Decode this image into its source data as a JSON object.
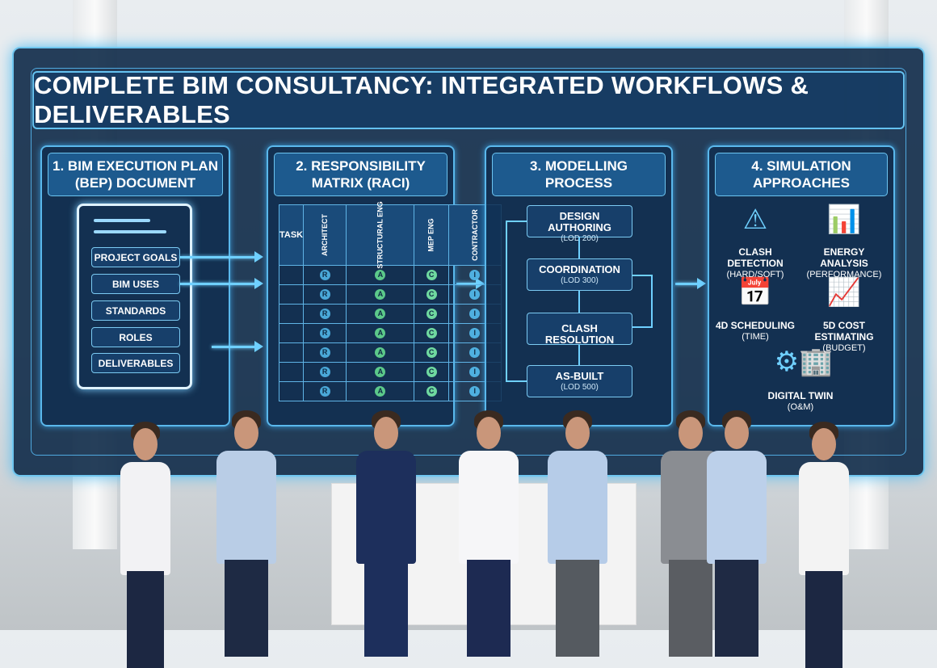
{
  "title": "COMPLETE BIM CONSULTANCY: INTEGRATED WORKFLOWS & DELIVERABLES",
  "panels": [
    {
      "title": "1. BIM EXECUTION PLAN\n(BEP) DOCUMENT",
      "items": [
        "PROJECT GOALS",
        "BIM USES",
        "STANDARDS",
        "ROLES",
        "DELIVERABLES"
      ]
    },
    {
      "title": "2. RESPONSIBILITY\nMATRIX (RACI)",
      "task_header": "TASK",
      "columns": [
        "ARCHITECT",
        "STRUCTURAL ENG",
        "MEP ENG",
        "CONTRACTOR"
      ],
      "row_values": [
        "R",
        "A",
        "C",
        "I"
      ],
      "row_count": 7
    },
    {
      "title": "3. MODELLING\nPROCESS",
      "steps": [
        {
          "label": "DESIGN AUTHORING",
          "sub": "(LOD 200)"
        },
        {
          "label": "COORDINATION",
          "sub": "(LOD 300)"
        },
        {
          "label": "CLASH RESOLUTION",
          "sub": ""
        },
        {
          "label": "AS-BUILT",
          "sub": "(LOD 500)"
        }
      ]
    },
    {
      "title": "4. SIMULATION\nAPPROACHES",
      "items": [
        {
          "label": "CLASH DETECTION",
          "sub": "(HARD/SOFT)",
          "icon": "clash-warning-icon"
        },
        {
          "label": "ENERGY ANALYSIS",
          "sub": "(PERFORMANCE)",
          "icon": "bar-chart-icon"
        },
        {
          "label": "4D SCHEDULING",
          "sub": "(TIME)",
          "icon": "calendar-clock-icon"
        },
        {
          "label": "5D COST ESTIMATING",
          "sub": "(BUDGET)",
          "icon": "growth-chart-icon"
        },
        {
          "label": "DIGITAL TWIN",
          "sub": "(O&M)",
          "icon": "head-gear-building-icon"
        }
      ]
    }
  ],
  "colors": {
    "R": "#4aa8d8",
    "A": "#5cc98a",
    "C": "#6fd9a0",
    "I": "#4fb0e0"
  }
}
